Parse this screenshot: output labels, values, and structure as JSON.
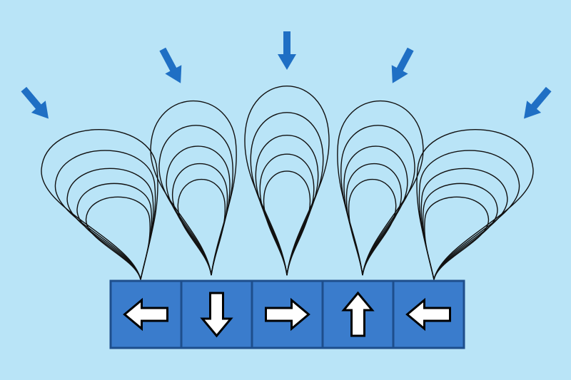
{
  "diagram": {
    "background_color": "#b9e4f7",
    "pointer_arrow_color": "#1f6fc4",
    "magnet_fill_color": "#3a7ccc",
    "magnet_border_color": "#1e4e8c",
    "field_line_color": "#111111",
    "segment_arrow_fill": "#ffffff",
    "segment_arrow_outline": "#000000",
    "segments": [
      {
        "direction": "left",
        "icon": "arrow-left-icon"
      },
      {
        "direction": "down",
        "icon": "arrow-down-icon"
      },
      {
        "direction": "right",
        "icon": "arrow-right-icon"
      },
      {
        "direction": "up",
        "icon": "arrow-up-icon"
      },
      {
        "direction": "left",
        "icon": "arrow-left-icon"
      }
    ],
    "pointer_arrows": [
      {
        "direction": "down-right",
        "icon": "arrow-down-right-icon"
      },
      {
        "direction": "down-right",
        "icon": "arrow-down-right-icon"
      },
      {
        "direction": "down",
        "icon": "arrow-down-icon"
      },
      {
        "direction": "down-left",
        "icon": "arrow-down-left-icon"
      },
      {
        "direction": "down-left",
        "icon": "arrow-down-left-icon"
      }
    ],
    "field_loop_lobes": 5,
    "field_loop_rings_per_lobe": 5
  }
}
